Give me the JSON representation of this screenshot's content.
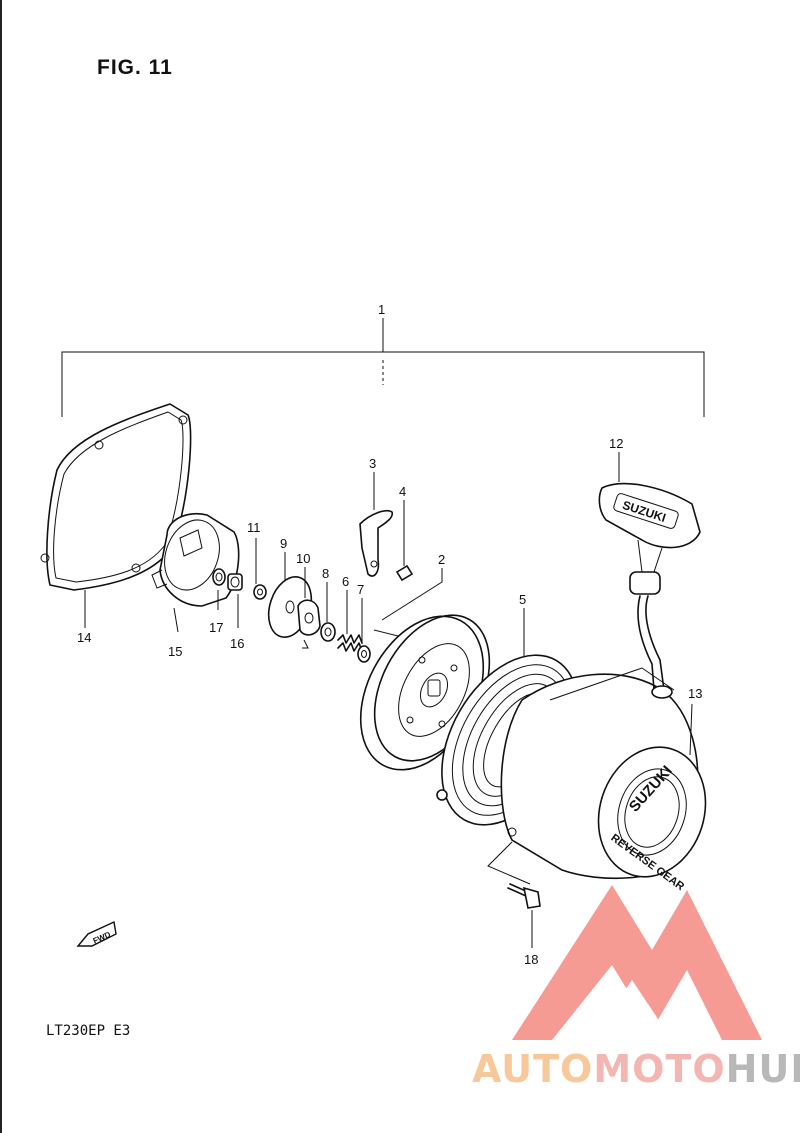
{
  "figure": {
    "title": "FIG. 11",
    "model": "LT230EP  E3"
  },
  "labels": {
    "assembly": "1",
    "reel": "2",
    "ratchet_guide": "3",
    "pin": "4",
    "spring": "5",
    "spring_small": "6",
    "washer_7": "7",
    "washer_8": "8",
    "friction_plate": "9",
    "ratchet": "10",
    "nut": "11",
    "handle": "12",
    "case": "13",
    "gasket": "14",
    "starter_cup": "15",
    "bolt_16": "16",
    "washer_17": "17",
    "bolt_18": "18"
  },
  "markings": {
    "handle_brand": "SUZUKI",
    "case_brand": "SUZUKI",
    "case_text": "REVERSE GEAR",
    "fwd_arrow": "FWD"
  },
  "watermark": {
    "part_a": "AUTO",
    "part_b": "MOTO",
    "part_c": "HUB"
  }
}
